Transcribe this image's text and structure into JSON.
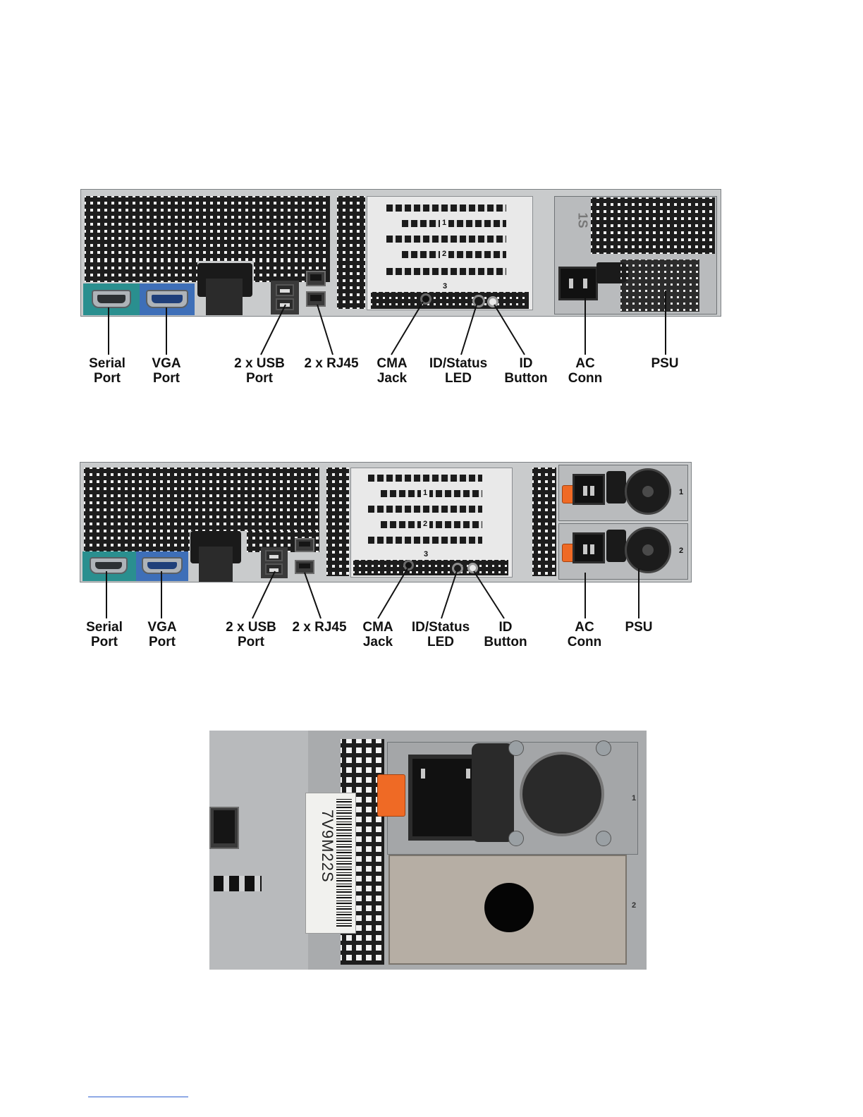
{
  "diagram_1": {
    "labels": [
      {
        "id": "serial",
        "text": "Serial\nPort"
      },
      {
        "id": "vga",
        "text": "VGA\nPort"
      },
      {
        "id": "usb",
        "text": "2 x USB\nPort"
      },
      {
        "id": "rj45",
        "text": "2 x RJ45"
      },
      {
        "id": "cma",
        "text": "CMA\nJack"
      },
      {
        "id": "idled",
        "text": "ID/Status\nLED"
      },
      {
        "id": "idbtn",
        "text": "ID\nButton"
      },
      {
        "id": "ac",
        "text": "AC\nConn"
      },
      {
        "id": "psu",
        "text": "PSU"
      }
    ],
    "slot_numbers": [
      "1",
      "2",
      "3"
    ],
    "psu_marking": "1S"
  },
  "diagram_2": {
    "labels": [
      {
        "id": "serial",
        "text": "Serial\nPort"
      },
      {
        "id": "vga",
        "text": "VGA\nPort"
      },
      {
        "id": "usb",
        "text": "2 x USB\nPort"
      },
      {
        "id": "rj45",
        "text": "2 x RJ45"
      },
      {
        "id": "cma",
        "text": "CMA\nJack"
      },
      {
        "id": "idled",
        "text": "ID/Status\nLED"
      },
      {
        "id": "idbtn",
        "text": "ID\nButton"
      },
      {
        "id": "ac",
        "text": "AC\nConn"
      },
      {
        "id": "psu",
        "text": "PSU"
      }
    ],
    "slot_numbers": [
      "1",
      "2",
      "3"
    ],
    "psu_bay_numbers": [
      "1",
      "2"
    ]
  },
  "photo_3": {
    "barcode_text": "7V9M22S",
    "bay_numbers": [
      "1",
      "2"
    ]
  },
  "colors": {
    "serial_port_bg": "#2a8f8f",
    "vga_port_bg": "#3e6fb8",
    "psu_latch": "#ef6a25",
    "link_underline": "#2f5fd1"
  }
}
